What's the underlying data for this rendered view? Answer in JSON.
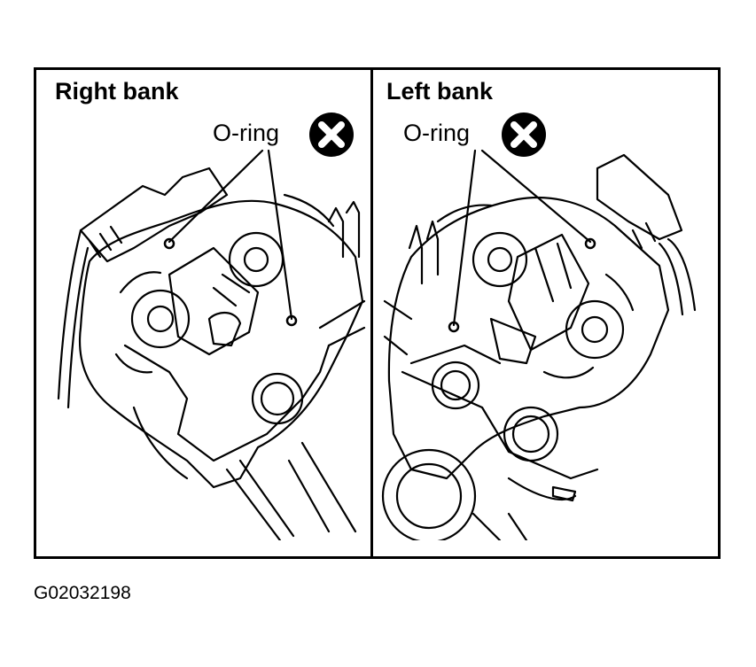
{
  "figure": {
    "id_label": "G02032198"
  },
  "panels": [
    {
      "title": "Right bank",
      "callout": "O-ring",
      "callout_icon": "circle-x-icon"
    },
    {
      "title": "Left bank",
      "callout": "O-ring",
      "callout_icon": "circle-x-icon"
    }
  ],
  "colors": {
    "ink": "#000000",
    "paper": "#ffffff"
  }
}
